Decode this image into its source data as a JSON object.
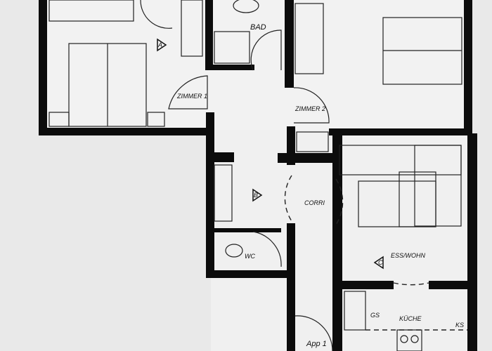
{
  "rooms": {
    "bad": "BAD",
    "zimmer1": "ZIMMER 1",
    "zimmer2": "ZIMMER 2",
    "corridor": "CORRI",
    "wc": "WC",
    "ess_wohn": "ESS/WOHN",
    "kueche": "KÜCHE",
    "apartment": "App 1"
  },
  "markers": {
    "a": "A",
    "b": "B",
    "c": "C"
  },
  "fixtures": {
    "gs": "GS",
    "ks": "KS"
  },
  "colors": {
    "wall": "#0c0c0c",
    "background": "#e9e9e9"
  }
}
